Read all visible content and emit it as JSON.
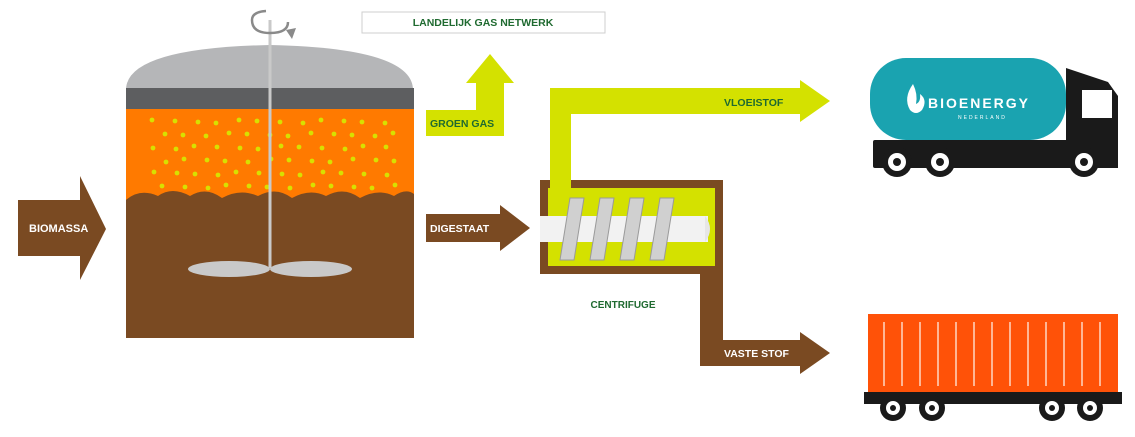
{
  "labels": {
    "biomass": "BIOMASSA",
    "green_gas": "GROEN GAS",
    "gas_network": "LANDELIJK GAS NETWERK",
    "digestate": "DIGESTAAT",
    "liquid": "VLOEISTOF",
    "centrifuge": "CENTRIFUGE",
    "solid": "VASTE STOF"
  },
  "tanker": {
    "brand": "BIOENERGY",
    "tagline": "NEDERLAND"
  },
  "colors": {
    "biomass_brown": "#7a4a22",
    "gas_green": "#d4e100",
    "label_green": "#1f6a30",
    "digester_orange": "#ff7a00",
    "bubble_yellow": "#d8e000",
    "dome_gray": "#b5b6b8",
    "rim_gray": "#5d5e60",
    "tanker_teal": "#1aa3b0",
    "container_orange": "#ff5208",
    "truck_black": "#1a1a1a"
  },
  "icons": {
    "stirrer_rotation": "rotation-arrow-icon",
    "tanker_logo": "flame-icon"
  }
}
